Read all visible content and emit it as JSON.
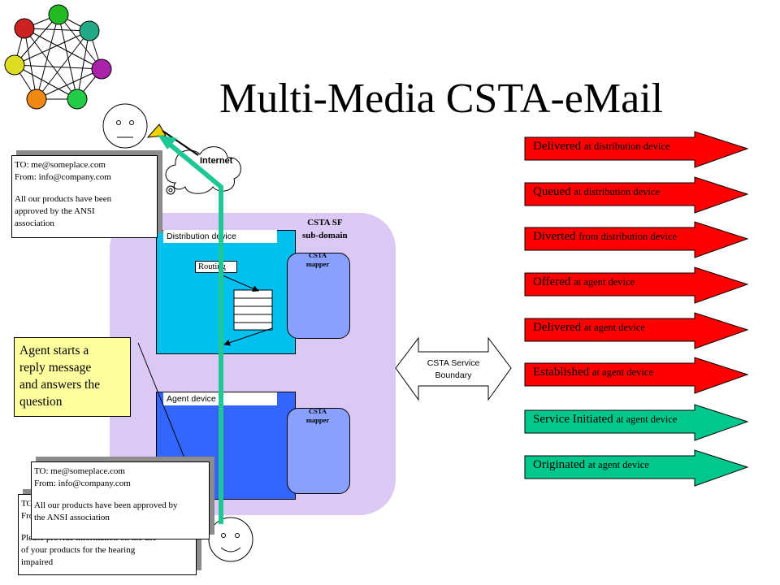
{
  "title": "Multi-Media CSTA-eMail",
  "internet_label": "Internet",
  "subdomain_label": [
    "CSTA SF",
    "sub-domain"
  ],
  "distribution_device": {
    "label": "Distribution  device",
    "routing_label": "Routing"
  },
  "agent_device": {
    "label": "Agent  device"
  },
  "mapper_label": [
    "CSTA",
    "mapper"
  ],
  "service_boundary_label": [
    "CSTA Service",
    "Boundary"
  ],
  "callout_text": [
    "Agent starts a",
    "reply message",
    "and answers the",
    "question"
  ],
  "email_top": {
    "to": "TO: me@someplace.com",
    "from": "From: info@company.com",
    "body": [
      "All  our products have been",
      "approved by the ANSI",
      "association"
    ]
  },
  "email_bottom_back": {
    "to": "TO",
    "from": "Fro",
    "body": [
      "Please provide information on the use",
      "of your products for the hearing",
      "impaired"
    ]
  },
  "email_bottom_front": {
    "to": "TO: me@someplace.com",
    "from": "From: info@company.com",
    "body": [
      "All  our products have been approved by",
      "the ANSI association"
    ]
  },
  "events": [
    {
      "main": "Delivered",
      "rest": "at distribution device",
      "color": "#ff0000"
    },
    {
      "main": "Queued",
      "rest": "at distribution device",
      "color": "#ff0000"
    },
    {
      "main": "Diverted",
      "rest": "from distribution device",
      "color": "#ff0000"
    },
    {
      "main": "Offered",
      "rest": "at agent device",
      "color": "#ff0000"
    },
    {
      "main": "Delivered",
      "rest": "at agent device",
      "color": "#ff0000"
    },
    {
      "main": "Established",
      "rest": "at agent device",
      "color": "#ff0000"
    },
    {
      "main": "Service Initiated",
      "rest": "at agent device",
      "color": "#00c88c"
    },
    {
      "main": "Originated",
      "rest": "at agent device",
      "color": "#00c88c"
    }
  ],
  "colors": {
    "subdomain": "#dcc8f5",
    "distribution": "#00c0f0",
    "agent": "#3366ff",
    "mapper": "#8aa0ff",
    "callout": "#ffffa0",
    "path_arrow": "#1ec896"
  }
}
